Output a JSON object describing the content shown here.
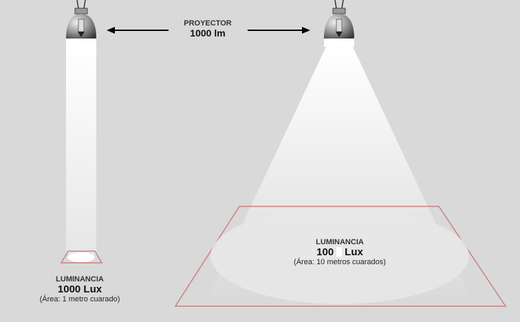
{
  "projector": {
    "title": "PROYECTOR",
    "value": "1000 lm"
  },
  "left": {
    "label": "LUMINANCIA",
    "value": "1000 Lux",
    "note": "(Área: 1 metro cuarado)"
  },
  "right": {
    "label": "LUMINANCIA",
    "value_num": "100",
    "value_unit": "Lux",
    "note": "(Área: 10 metros cuarados)"
  },
  "colors": {
    "background": "#d9d9d9",
    "outline": "#c98080",
    "beam": "#ffffff"
  }
}
